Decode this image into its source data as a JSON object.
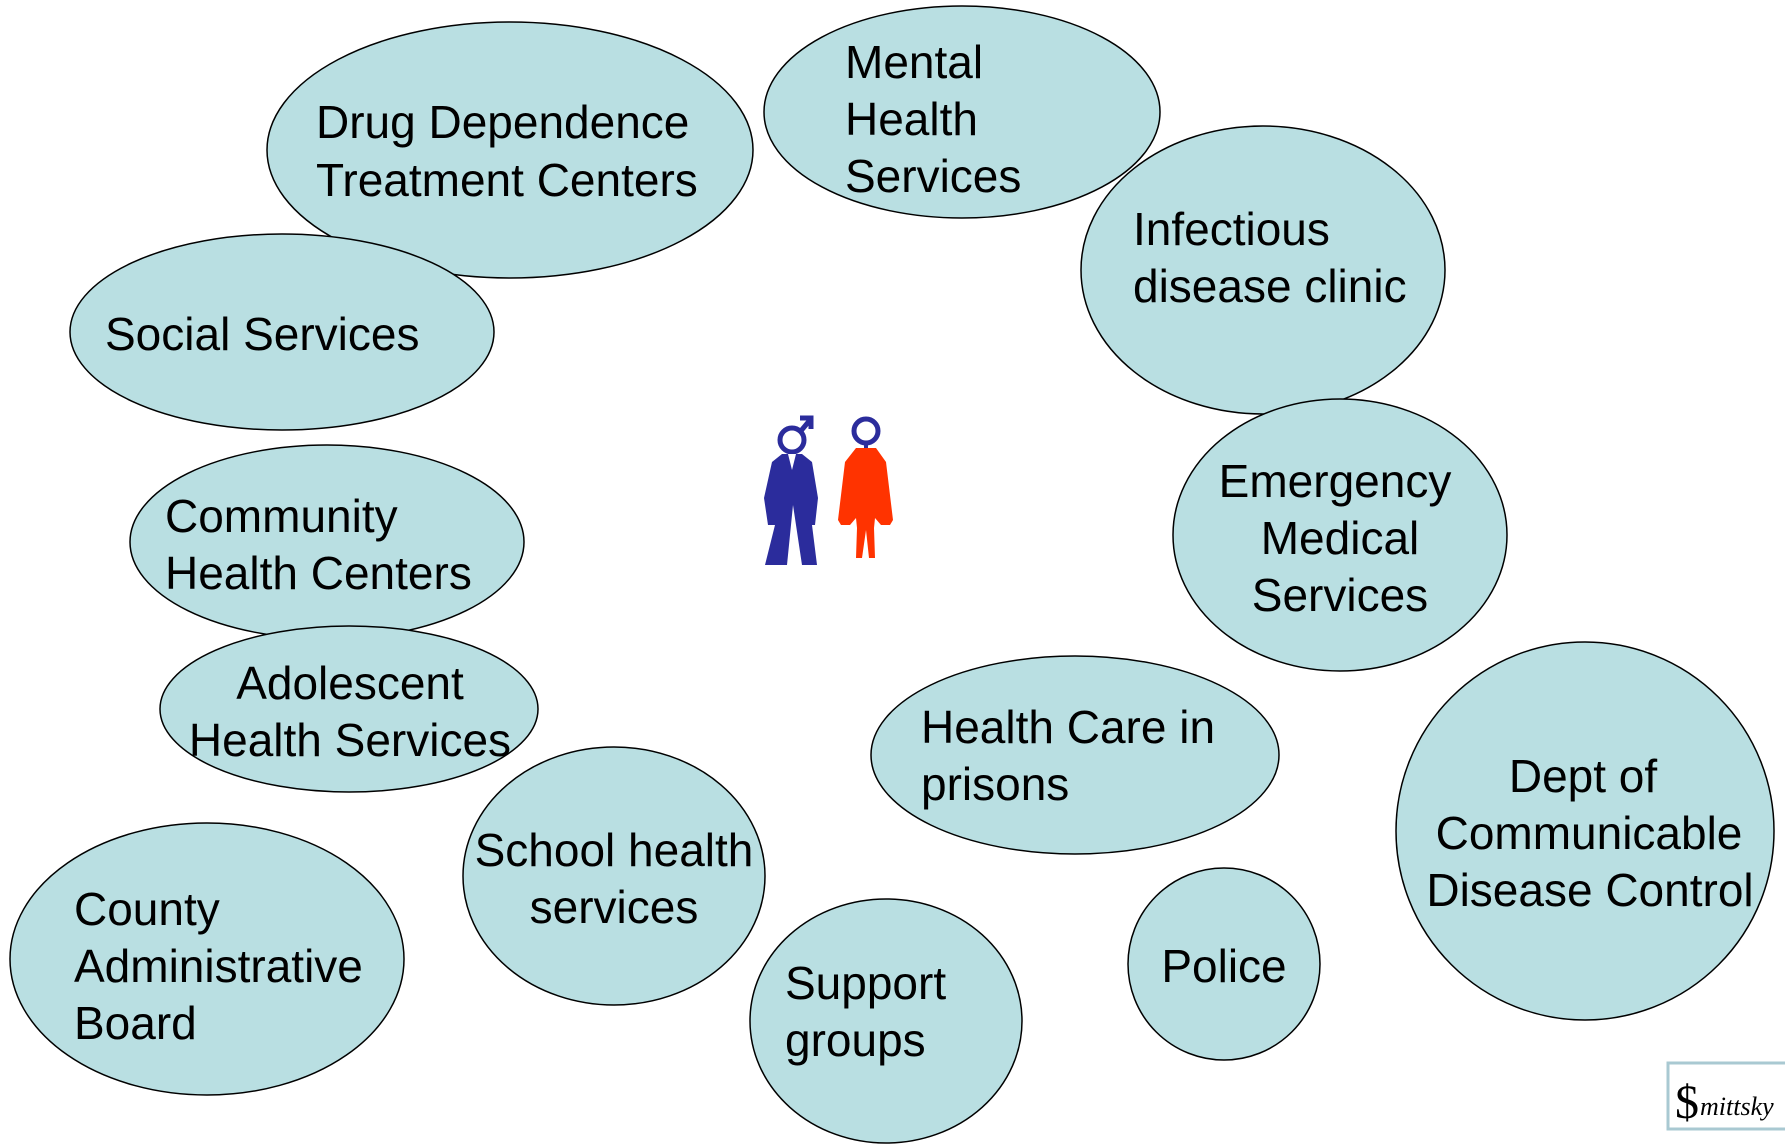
{
  "colors": {
    "bubble_fill": "#b9dfe2",
    "bubble_stroke": "#000000",
    "male_figure": "#2b2c9c",
    "female_figure": "#ff3300",
    "logo_border": "#a9c9d2"
  },
  "bubbles": [
    {
      "id": "drug-dependence",
      "lines": [
        "Drug Dependence",
        "Treatment Centers"
      ]
    },
    {
      "id": "mental-health",
      "lines": [
        "Mental",
        "Health",
        "Services"
      ]
    },
    {
      "id": "infectious-disease",
      "lines": [
        "Infectious",
        "disease clinic"
      ]
    },
    {
      "id": "social-services",
      "lines": [
        "Social Services"
      ]
    },
    {
      "id": "community-health",
      "lines": [
        "Community",
        "Health Centers"
      ]
    },
    {
      "id": "emergency-medical",
      "lines": [
        "Emergency",
        "Medical",
        "Services"
      ]
    },
    {
      "id": "adolescent-health",
      "lines": [
        "Adolescent",
        "Health Services"
      ]
    },
    {
      "id": "health-care-prisons",
      "lines": [
        "Health Care in",
        "prisons"
      ]
    },
    {
      "id": "dept-communicable",
      "lines": [
        "Dept of",
        "Communicable",
        "Disease Control"
      ]
    },
    {
      "id": "school-health",
      "lines": [
        "School health",
        "services"
      ]
    },
    {
      "id": "county-admin",
      "lines": [
        "County",
        "Administrative",
        "Board"
      ]
    },
    {
      "id": "police",
      "lines": [
        "Police"
      ]
    },
    {
      "id": "support-groups",
      "lines": [
        "Support",
        "groups"
      ]
    }
  ],
  "center_figures": {
    "male_icon": "male-symbol-icon",
    "female_icon": "female-symbol-icon"
  },
  "logo": {
    "glyph": "$",
    "text": "mittsky"
  }
}
